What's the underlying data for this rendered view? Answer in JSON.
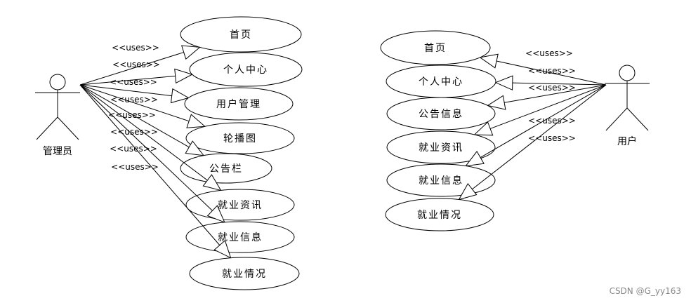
{
  "diagram": {
    "admin": {
      "label": "管理员",
      "uses_label": "<<uses>>",
      "use_cases": [
        "首页",
        "个人中心",
        "用户管理",
        "轮播图",
        "公告栏",
        "就业资讯",
        "就业信息",
        "就业情况"
      ]
    },
    "user": {
      "label": "用户",
      "uses_label": "<<uses>>",
      "use_cases": [
        "首页",
        "个人中心",
        "公告信息",
        "就业资讯",
        "就业信息",
        "就业情况"
      ]
    }
  },
  "watermark": "CSDN @G_yy163"
}
